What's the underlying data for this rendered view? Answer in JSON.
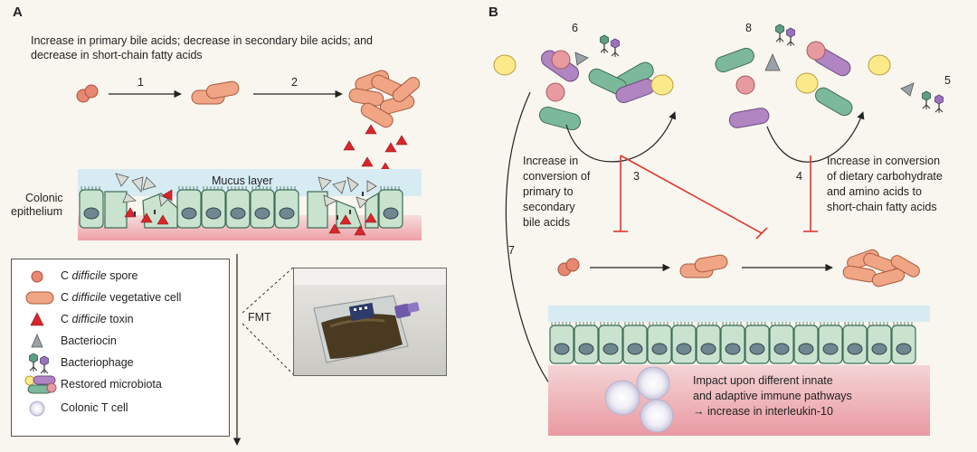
{
  "panels": {
    "a_label": "A",
    "b_label": "B"
  },
  "panel_a": {
    "caption_line1": "Increase in primary bile acids; decrease in secondary bile acids; and",
    "caption_line2": "decrease in short-chain fatty acids",
    "step1": "1",
    "step2": "2",
    "mucus_label": "Mucus layer",
    "epithelium_line1": "Colonic",
    "epithelium_line2": "epithelium",
    "fmt_label": "FMT"
  },
  "panel_b": {
    "step3": "3",
    "step4": "4",
    "step5": "5",
    "step6": "6",
    "step7": "7",
    "step8": "8",
    "text3": [
      "Increase in",
      "conversion of",
      "primary to",
      "secondary",
      "bile acids"
    ],
    "text4": [
      "Increase in conversion",
      "of dietary carbohydrate",
      "and amino acids to",
      "short-chain fatty acids"
    ],
    "immune": [
      "Impact upon different innate",
      "and adaptive immune pathways",
      "→ increase in interleukin-10"
    ]
  },
  "legend": {
    "items": [
      {
        "prefix": "C ",
        "italic": "difficile",
        "suffix": " spore",
        "icon": "spore-icon"
      },
      {
        "prefix": "C ",
        "italic": "difficile",
        "suffix": " vegetative cell",
        "icon": "vegetative-cell-icon"
      },
      {
        "prefix": "C ",
        "italic": "difficile",
        "suffix": " toxin",
        "icon": "toxin-icon"
      },
      {
        "prefix": "",
        "italic": "",
        "suffix": "Bacteriocin",
        "icon": "bacteriocin-icon"
      },
      {
        "prefix": "",
        "italic": "",
        "suffix": "Bacteriophage",
        "icon": "bacteriophage-icon"
      },
      {
        "prefix": "",
        "italic": "",
        "suffix": "Restored microbiota",
        "icon": "microbiota-icon"
      },
      {
        "prefix": "",
        "italic": "",
        "suffix": "Colonic T cell",
        "icon": "t-cell-icon"
      }
    ]
  },
  "colors": {
    "salmon": "#f0a584",
    "spore": "#e88870",
    "toxin": "#d9262b",
    "green": "#7cb89a",
    "purple": "#b184c2",
    "yellow": "#fbe98a",
    "pink": "#e79aa0",
    "inhibit": "#e0372f",
    "mucus": "#d7ebf3",
    "tissue": "#f2c6c8"
  }
}
